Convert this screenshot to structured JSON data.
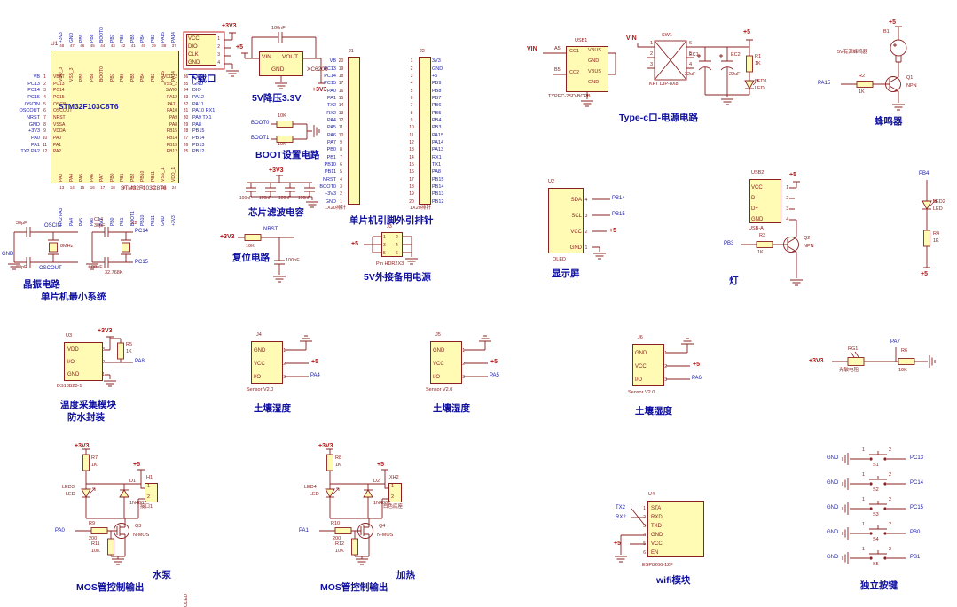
{
  "palette": {
    "wire": "#8b2020",
    "component_fill": "#fffbb4",
    "net_label": "#1a1aa6",
    "designator": "#8b2020",
    "power": "#b21616",
    "caption": "#0f0fa0"
  },
  "mcu": {
    "ref": "U1",
    "name": "STM32F103C8T6",
    "part": "STM32F103C8T6",
    "pins": {
      "left": [
        {
          "net": "VB",
          "num": "1",
          "name": "VBAT"
        },
        {
          "net": "PC13",
          "num": "2",
          "name": "PC13"
        },
        {
          "net": "PC14",
          "num": "3",
          "name": "PC14"
        },
        {
          "net": "PC15",
          "num": "4",
          "name": "PC15"
        },
        {
          "net": "OSCIN",
          "num": "5",
          "name": "OSCIN"
        },
        {
          "net": "OSCOUT",
          "num": "6",
          "name": "OSCOUT"
        },
        {
          "net": "NRST",
          "num": "7",
          "name": "NRST"
        },
        {
          "net": "GND",
          "num": "8",
          "name": "VSSA"
        },
        {
          "net": "+3V3",
          "num": "9",
          "name": "VDDA"
        },
        {
          "net": "PA0",
          "num": "10",
          "name": "PA0"
        },
        {
          "net": "PA1",
          "num": "11",
          "name": "PA1"
        },
        {
          "net": "TX2 PA2",
          "num": "12",
          "name": "PA2"
        }
      ],
      "right": [
        {
          "net": "+3V3",
          "num": "36",
          "name": "VDD_2"
        },
        {
          "net": "GND",
          "num": "35",
          "name": "VSS_2"
        },
        {
          "net": "DIO",
          "num": "34",
          "name": "SWIO"
        },
        {
          "net": "PA12",
          "num": "33",
          "name": "PA12"
        },
        {
          "net": "PA11",
          "num": "32",
          "name": "PA11"
        },
        {
          "net": "PA10 RX1",
          "num": "31",
          "name": "PA10"
        },
        {
          "net": "PA9 TX1",
          "num": "30",
          "name": "PA9"
        },
        {
          "net": "PA8",
          "num": "29",
          "name": "PA8"
        },
        {
          "net": "PB15",
          "num": "28",
          "name": "PB15"
        },
        {
          "net": "PB14",
          "num": "27",
          "name": "PB14"
        },
        {
          "net": "PB13",
          "num": "26",
          "name": "PB13"
        },
        {
          "net": "PB12",
          "num": "25",
          "name": "PB12"
        }
      ],
      "top": [
        {
          "net": "+3V3",
          "num": "48",
          "name": "VDD_3"
        },
        {
          "net": "GND",
          "num": "47",
          "name": "VSS_3"
        },
        {
          "net": "PB9",
          "num": "46",
          "name": "PB9"
        },
        {
          "net": "PB8",
          "num": "45",
          "name": "PB8"
        },
        {
          "net": "BOOT0",
          "num": "44",
          "name": "BOOT0"
        },
        {
          "net": "PB7",
          "num": "43",
          "name": "PB7"
        },
        {
          "net": "PB6",
          "num": "42",
          "name": "PB6"
        },
        {
          "net": "PB5",
          "num": "41",
          "name": "PB5"
        },
        {
          "net": "PB4",
          "num": "40",
          "name": "PB4"
        },
        {
          "net": "PB3",
          "num": "39",
          "name": "PB3"
        },
        {
          "net": "PA15",
          "num": "38",
          "name": "PA15"
        },
        {
          "net": "PA14",
          "num": "37",
          "name": "PA14"
        }
      ],
      "bottom": [
        {
          "net": "RX2 PA3",
          "num": "13",
          "name": "PA3"
        },
        {
          "net": "PA4",
          "num": "14",
          "name": "PA4"
        },
        {
          "net": "PA5",
          "num": "15",
          "name": "PA5"
        },
        {
          "net": "PA6",
          "num": "16",
          "name": "PA6"
        },
        {
          "net": "PA7",
          "num": "17",
          "name": "PA7"
        },
        {
          "net": "PB0",
          "num": "18",
          "name": "PB0"
        },
        {
          "net": "PB1",
          "num": "19",
          "name": "PB1"
        },
        {
          "net": "BOOT1",
          "num": "20",
          "name": "PB2"
        },
        {
          "net": "PB10",
          "num": "21",
          "name": "PB10"
        },
        {
          "net": "PB11",
          "num": "22",
          "name": "PB11"
        },
        {
          "net": "GND",
          "num": "23",
          "name": "VSS_1"
        },
        {
          "net": "+3V3",
          "num": "24",
          "name": "VDD_1"
        }
      ]
    }
  },
  "crystal": {
    "caption": "晶振电路",
    "caption2": "单片机最小系统",
    "gnd": "GND",
    "c1": "30pF",
    "c2": "30pF",
    "x1": "8MHz",
    "osc_in": "OSCIN",
    "osc_out": "OSCOUT",
    "c3_ref": "C14",
    "c3": "30pF",
    "c4": "100nF",
    "x2_ref": "X2",
    "x2": "32.768K",
    "net3": "PC14",
    "net4": "PC15"
  },
  "download": {
    "caption": "下载口",
    "pwr": "+3V3",
    "rows": [
      {
        "name": "VCC",
        "num": "1"
      },
      {
        "name": "DIO",
        "num": "2"
      },
      {
        "name": "CLK",
        "num": "3"
      },
      {
        "name": "GND",
        "num": "4"
      }
    ]
  },
  "ldo": {
    "caption": "5V降压3.3V",
    "part": "XC6206",
    "cap": "100nF",
    "pin_in": "VIN",
    "pin_out": "VOUT",
    "pin_gnd": "GND",
    "pwr_in": "+5",
    "pwr_out": "+3V3"
  },
  "boot": {
    "caption": "BOOT设置电路",
    "r1_net": "BOOT0",
    "r1_val": "10K",
    "r2_net": "BOOT1",
    "r2_val": "10K"
  },
  "filter": {
    "caption": "芯片滤波电容",
    "pwr": "+3V3",
    "caps": [
      "100nF",
      "100nF",
      "100nF",
      "100nF"
    ]
  },
  "headers": {
    "caption": "单片机引脚外引排针",
    "left": {
      "ref": "J1",
      "part": "1X20排针",
      "rows": [
        {
          "net": "VB",
          "num": "20"
        },
        {
          "net": "PC13",
          "num": "19"
        },
        {
          "net": "PC14",
          "num": "18"
        },
        {
          "net": "PC15",
          "num": "17"
        },
        {
          "net": "PA0",
          "num": "16"
        },
        {
          "net": "PA1",
          "num": "15"
        },
        {
          "net": "TX2",
          "num": "14"
        },
        {
          "net": "RX2",
          "num": "13"
        },
        {
          "net": "PA4",
          "num": "12"
        },
        {
          "net": "PA5",
          "num": "11"
        },
        {
          "net": "PA6",
          "num": "10"
        },
        {
          "net": "PA7",
          "num": "9"
        },
        {
          "net": "PB0",
          "num": "8"
        },
        {
          "net": "PB1",
          "num": "7"
        },
        {
          "net": "PB10",
          "num": "6"
        },
        {
          "net": "PB11",
          "num": "5"
        },
        {
          "net": "NRST",
          "num": "4"
        },
        {
          "net": "BOOT0",
          "num": "3"
        },
        {
          "net": "+3V3",
          "num": "2"
        },
        {
          "net": "GND",
          "num": "1"
        }
      ]
    },
    "right": {
      "ref": "J2",
      "part": "1X20排针",
      "rows": [
        {
          "num": "1",
          "net": "3V3"
        },
        {
          "num": "2",
          "net": "GND"
        },
        {
          "num": "3",
          "net": "+5"
        },
        {
          "num": "4",
          "net": "PB9"
        },
        {
          "num": "5",
          "net": "PB8"
        },
        {
          "num": "6",
          "net": "PB7"
        },
        {
          "num": "7",
          "net": "PB6"
        },
        {
          "num": "8",
          "net": "PB5"
        },
        {
          "num": "9",
          "net": "PB4"
        },
        {
          "num": "10",
          "net": "PB3"
        },
        {
          "num": "11",
          "net": "PA15"
        },
        {
          "num": "12",
          "net": "PA14"
        },
        {
          "num": "13",
          "net": "PA13"
        },
        {
          "num": "14",
          "net": "RX1"
        },
        {
          "num": "15",
          "net": "TX1"
        },
        {
          "num": "16",
          "net": "PA8"
        },
        {
          "num": "17",
          "net": "PB15"
        },
        {
          "num": "18",
          "net": "PB14"
        },
        {
          "num": "19",
          "net": "PB13"
        },
        {
          "num": "20",
          "net": "PB12"
        }
      ]
    }
  },
  "reset": {
    "caption": "复位电路",
    "net": "NRST",
    "r": "10K",
    "c": "100nF",
    "pwr": "+3V3"
  },
  "backup": {
    "caption": "5V外接备用电源",
    "ref": "J3",
    "part": "Pin HDR2X3",
    "pwr": "+5",
    "pins_l": [
      "1",
      "3",
      "5"
    ],
    "pins_r": [
      "2",
      "4",
      "6"
    ]
  },
  "typec": {
    "caption": "Type-c口-电源电路",
    "vin": "VIN",
    "usb_ref": "USB1",
    "usb_part": "TYPEC-2SD-BCPB",
    "pins_l": [
      "A5",
      "B5"
    ],
    "cc1": "CC1",
    "cc2": "CC2",
    "col": [
      "VBUS",
      "GND",
      "VBUS",
      "GND"
    ],
    "sw_vin": "VIN",
    "sw_ref": "SW1",
    "sw_part": "KFT DIP-8X8",
    "sw_l": [
      "1",
      "2",
      "3"
    ],
    "sw_r": [
      "6",
      "5",
      "4"
    ],
    "ec1_ref": "EC1",
    "ec1": "22uF",
    "ec2_ref": "EC2",
    "ec2": "22uF",
    "r1_ref": "R1",
    "r1": "1K",
    "led_ref": "LED1",
    "led": "LED",
    "pwr": "+5"
  },
  "buzzer": {
    "caption": "蜂鸣器",
    "ref": "B1",
    "part": "5V有源蜂鸣器",
    "pwr": "+5",
    "net": "PA15",
    "r_ref": "R2",
    "r": "1K",
    "q_ref": "Q1",
    "q": "NPN"
  },
  "oled": {
    "caption": "显示屏",
    "ref": "U2",
    "name": "OLED",
    "part": "OLED",
    "rows": [
      {
        "name": "SDA",
        "num": "4"
      },
      {
        "name": "SCL",
        "num": "3"
      },
      {
        "name": "VCC",
        "num": "2"
      },
      {
        "name": "GND",
        "num": "1"
      }
    ],
    "net_sda": "PB14",
    "net_scl": "PB15",
    "pwr": "+5"
  },
  "lamp": {
    "caption": "灯",
    "usb_ref": "USB2",
    "usb_part": "USB-A",
    "pwr": "+5",
    "rows": [
      {
        "name": "VCC",
        "num": "1"
      },
      {
        "name": "D-",
        "num": "2"
      },
      {
        "name": "D+",
        "num": "3"
      },
      {
        "name": "GND",
        "num": "4"
      }
    ],
    "net": "PB3",
    "r_ref": "R3",
    "r": "1K",
    "q_ref": "Q2",
    "q": "NPN"
  },
  "led2": {
    "net": "PB4",
    "ref": "LED2",
    "part": "LED",
    "r_ref": "R4",
    "r": "1K",
    "pwr": "+5"
  },
  "temp": {
    "caption1": "温度采集模块",
    "caption2": "防水封装",
    "ref": "U3",
    "part": "DS18B20-1",
    "pwr": "+3V3",
    "r_ref": "R5",
    "r": "1K",
    "net": "PA8",
    "rows": [
      {
        "name": "VDD",
        "num": "3"
      },
      {
        "name": "I/O",
        "num": "2"
      },
      {
        "name": "GND",
        "num": "1"
      }
    ]
  },
  "soil": {
    "caption": "土壤湿度",
    "part": "Sensor V2.0",
    "pwr": "+5",
    "gnd": "GND",
    "rows": [
      {
        "name": "GND",
        "num": "1"
      },
      {
        "name": "VCC",
        "num": "2"
      },
      {
        "name": "I/O",
        "num": "3"
      }
    ],
    "items": [
      {
        "ref": "J4",
        "net": "PA4"
      },
      {
        "ref": "J5",
        "net": "PA5"
      },
      {
        "ref": "J6",
        "net": "PA6"
      }
    ]
  },
  "ldr": {
    "ref": "RG1",
    "part": "光敏电阻",
    "net": "PA7",
    "pwr": "+3V3",
    "r_ref": "R6",
    "r": "10K"
  },
  "mos1": {
    "caption": "MOS管控制输出",
    "load": "水泵",
    "pwr1": "+3V3",
    "r_top_ref": "R7",
    "r_top": "1K",
    "led_ref": "LED3",
    "led": "LED",
    "d_ref": "D1",
    "d": "1N4007",
    "conn_ref": "H1",
    "conn_part": "接口1",
    "conn_pins": [
      "1",
      "2"
    ],
    "pwr2": "+5",
    "net": "PA0",
    "r_g_ref": "R9",
    "r_g": "200",
    "r_pd_ref": "R11",
    "r_pd": "10K",
    "q_ref": "Q3",
    "q": "N-MOS"
  },
  "mos2": {
    "caption": "MOS管控制输出",
    "load": "加热",
    "pwr1": "+3V3",
    "r_top_ref": "R8",
    "r_top": "1K",
    "led_ref": "LED4",
    "led": "LED",
    "d_ref": "D2",
    "d": "1N4007",
    "conn_ref": "XH2",
    "conn_part": "白色底座",
    "conn_pins": [
      "1",
      "2"
    ],
    "pwr2": "+5",
    "net": "PA1",
    "r_g_ref": "R10",
    "r_g": "200",
    "r_pd_ref": "R12",
    "r_pd": "10K",
    "q_ref": "Q4",
    "q": "N-MOS"
  },
  "wifi": {
    "caption": "wifi模块",
    "ref": "U4",
    "part": "ESP8266-12F",
    "tx": "TX2",
    "rx": "RX2",
    "pwr": "+5",
    "rows": [
      {
        "name": "STA",
        "num": "1"
      },
      {
        "name": "RXD",
        "num": "2"
      },
      {
        "name": "TXD",
        "num": "3"
      },
      {
        "name": "GND",
        "num": "4"
      },
      {
        "name": "VCC",
        "num": "5"
      },
      {
        "name": "EN",
        "num": "6"
      }
    ]
  },
  "keys": {
    "caption": "独立按键",
    "gnd": "GND",
    "pins": [
      "1",
      "2"
    ],
    "items": [
      {
        "ref": "S1",
        "net": "PC13"
      },
      {
        "ref": "S2",
        "net": "PC14"
      },
      {
        "ref": "S3",
        "net": "PC15"
      },
      {
        "ref": "S4",
        "net": "PB0"
      },
      {
        "ref": "S5",
        "net": "PB1"
      }
    ]
  }
}
